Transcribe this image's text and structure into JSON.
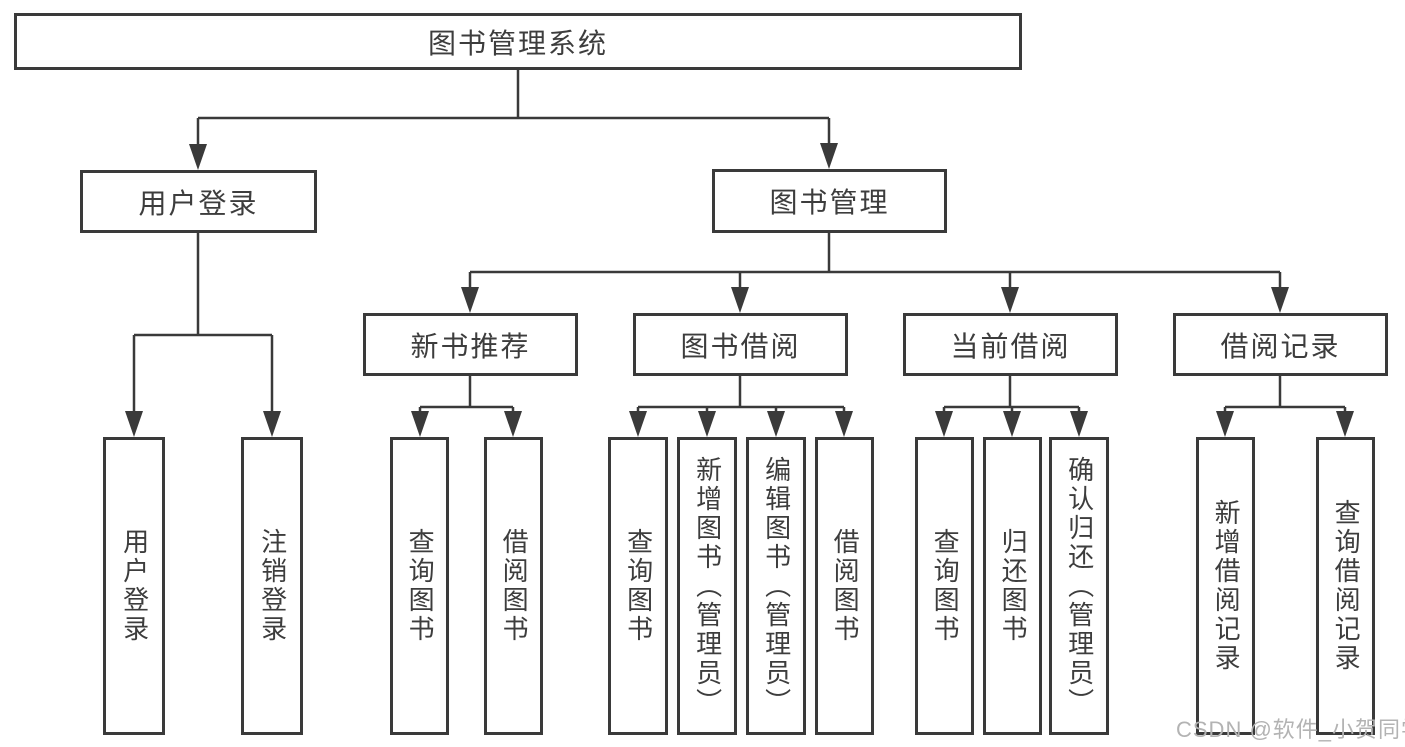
{
  "title": "图书管理系统",
  "level1": [
    {
      "label": "用户登录"
    },
    {
      "label": "图书管理"
    }
  ],
  "level2": [
    {
      "label": "新书推荐"
    },
    {
      "label": "图书借阅"
    },
    {
      "label": "当前借阅"
    },
    {
      "label": "借阅记录"
    }
  ],
  "leaves": {
    "user_login": [
      {
        "label": "用户登录"
      },
      {
        "label": "注销登录"
      }
    ],
    "new_book_rec": [
      {
        "label": "查询图书"
      },
      {
        "label": "借阅图书"
      }
    ],
    "book_borrow": [
      {
        "label": "查询图书"
      },
      {
        "label": "新增图书（管理员）"
      },
      {
        "label": "编辑图书（管理员）"
      },
      {
        "label": "借阅图书"
      }
    ],
    "current_borrow": [
      {
        "label": "查询图书"
      },
      {
        "label": "归还图书"
      },
      {
        "label": "确认归还（管理员）"
      }
    ],
    "borrow_records": [
      {
        "label": "新增借阅记录"
      },
      {
        "label": "查询借阅记录"
      }
    ]
  },
  "watermark": "CSDN @软件_小贺同学",
  "colors": {
    "line": "#3a3a3a",
    "text": "#3d3d3d",
    "background": "#ffffff",
    "watermark": "#b3b3b3"
  }
}
